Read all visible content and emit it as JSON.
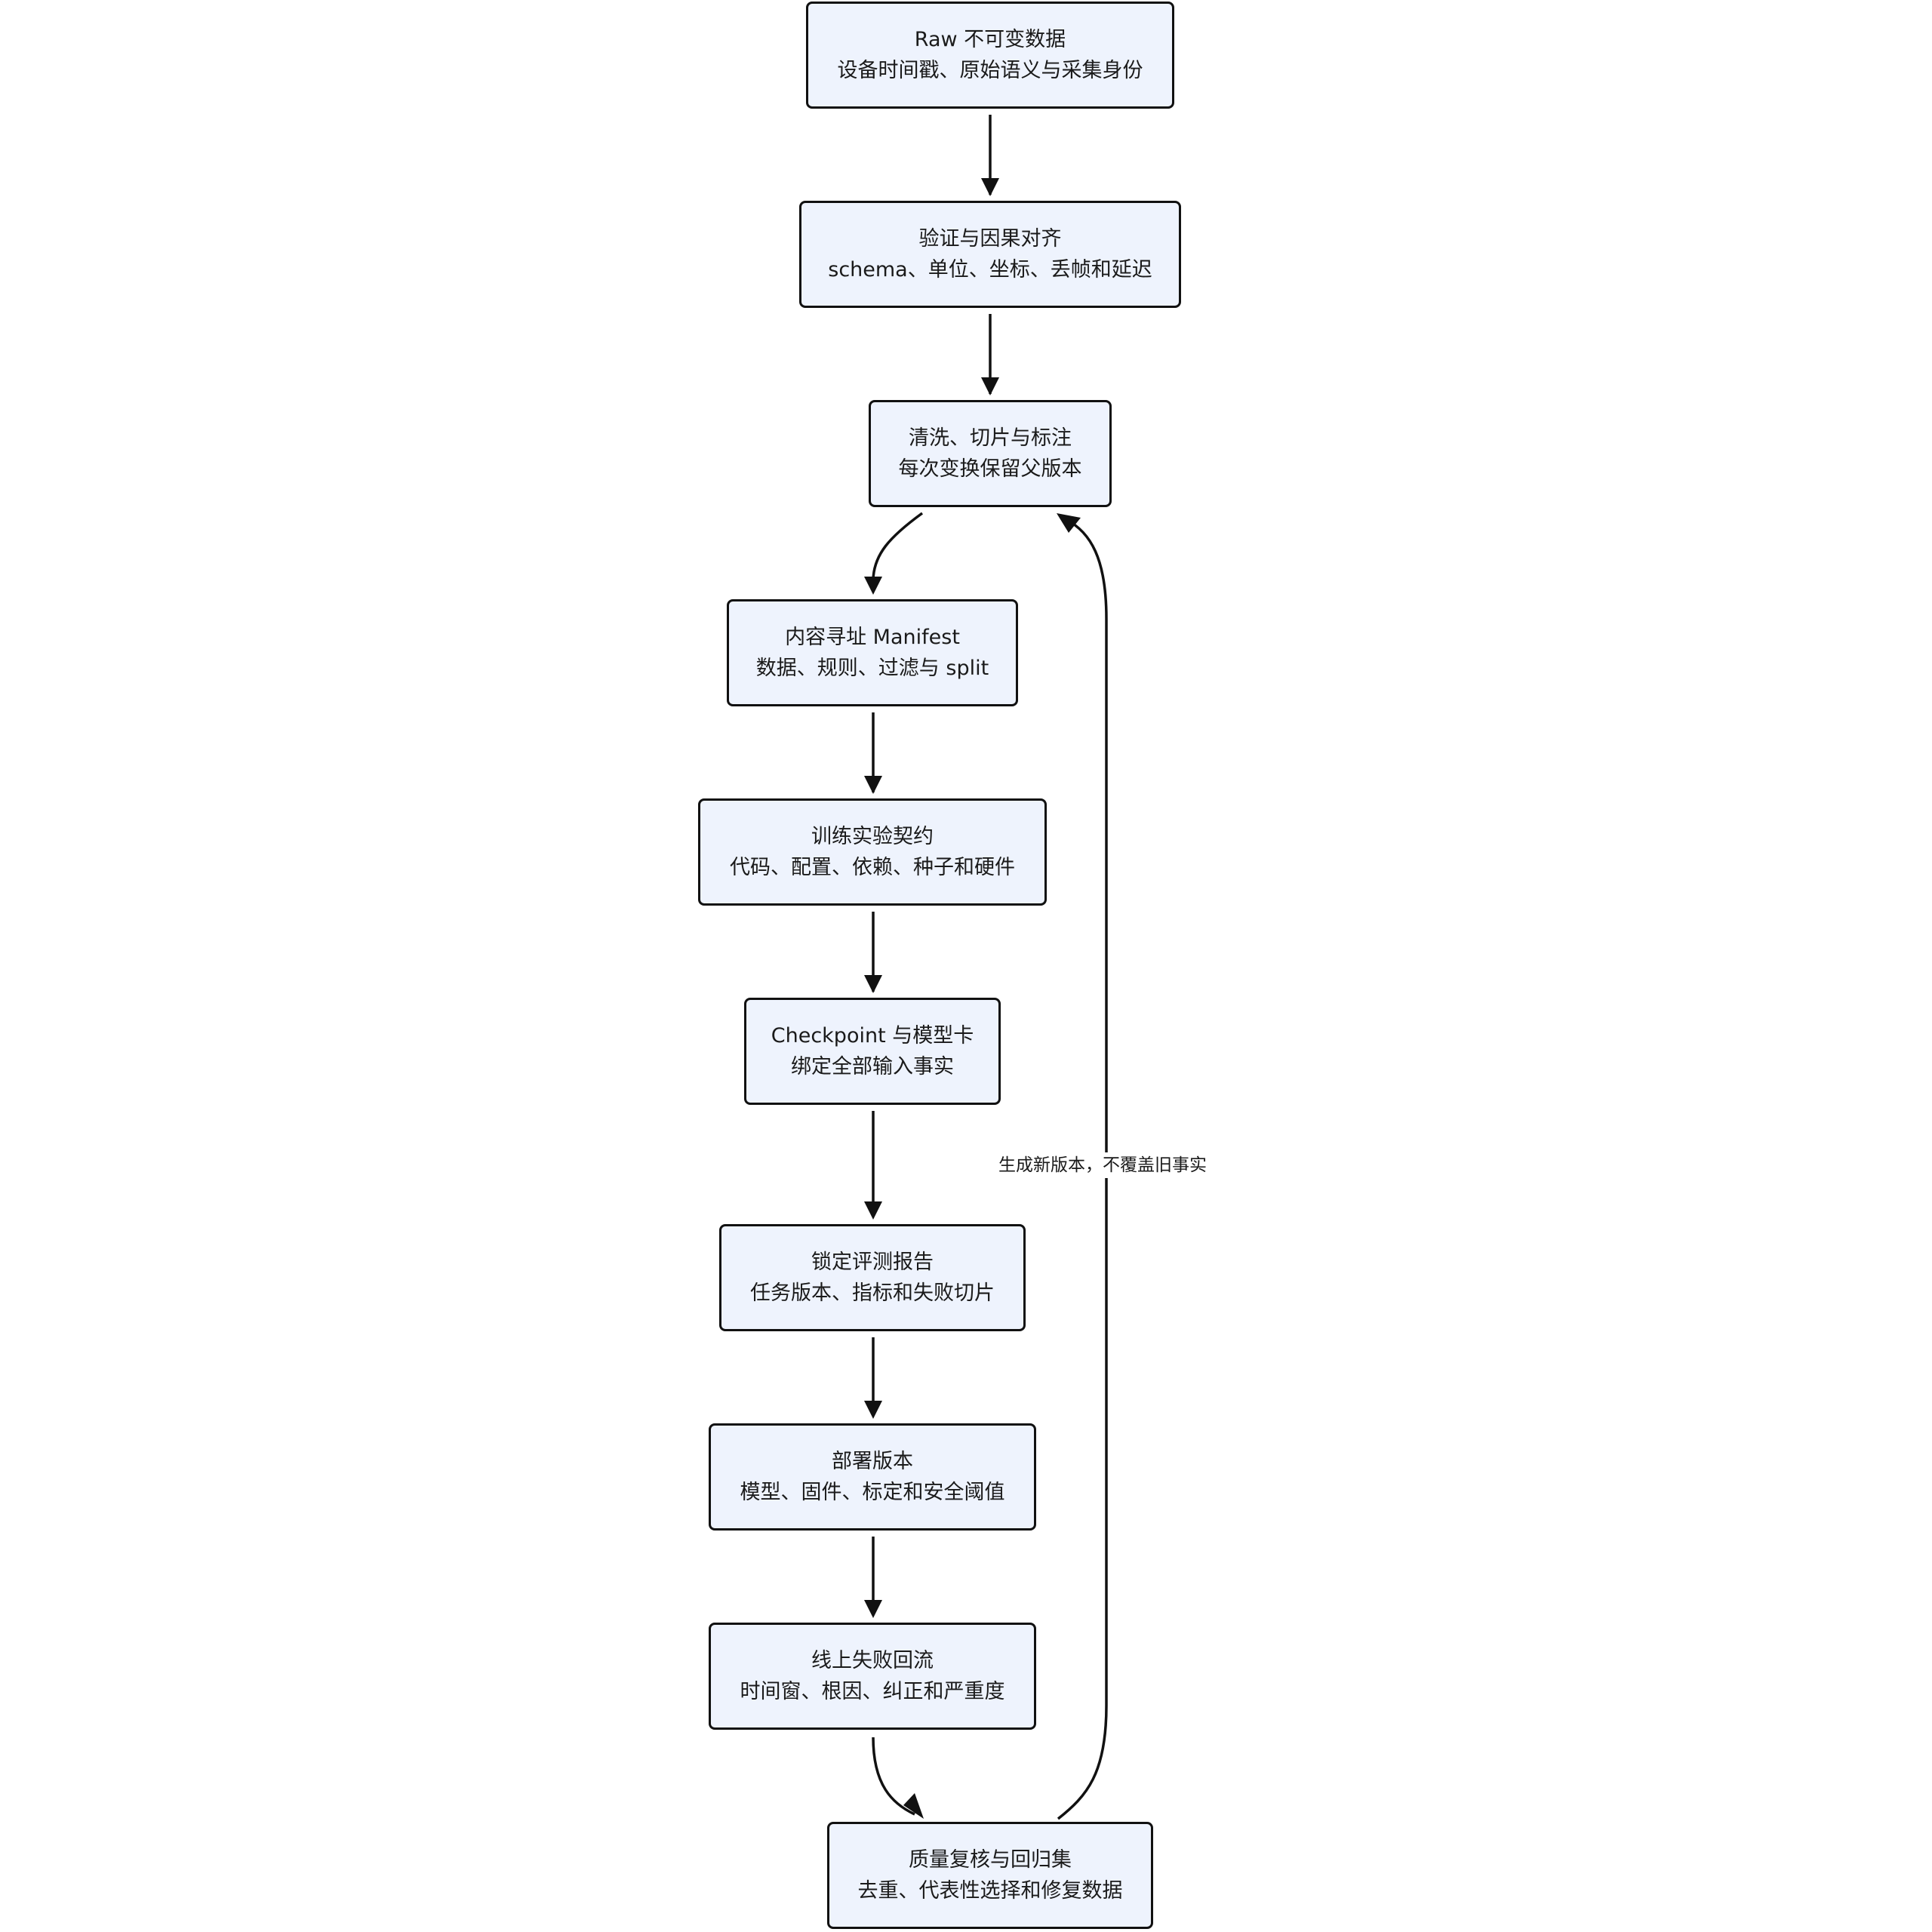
{
  "nodes": [
    {
      "id": "raw",
      "title": "Raw 不可变数据",
      "subtitle": "设备时间戳、原始语义与采集身份"
    },
    {
      "id": "validate",
      "title": "验证与因果对齐",
      "subtitle": "schema、单位、坐标、丢帧和延迟"
    },
    {
      "id": "clean",
      "title": "清洗、切片与标注",
      "subtitle": "每次变换保留父版本"
    },
    {
      "id": "manifest",
      "title": "内容寻址 Manifest",
      "subtitle": "数据、规则、过滤与 split"
    },
    {
      "id": "contract",
      "title": "训练实验契约",
      "subtitle": "代码、配置、依赖、种子和硬件"
    },
    {
      "id": "checkpoint",
      "title": "Checkpoint 与模型卡",
      "subtitle": "绑定全部输入事实"
    },
    {
      "id": "eval",
      "title": "锁定评测报告",
      "subtitle": "任务版本、指标和失败切片"
    },
    {
      "id": "deploy",
      "title": "部署版本",
      "subtitle": "模型、固件、标定和安全阈值"
    },
    {
      "id": "feedback",
      "title": "线上失败回流",
      "subtitle": "时间窗、根因、纠正和严重度"
    },
    {
      "id": "review",
      "title": "质量复核与回归集",
      "subtitle": "去重、代表性选择和修复数据"
    }
  ],
  "edges": [
    {
      "from": "raw",
      "to": "validate"
    },
    {
      "from": "validate",
      "to": "clean"
    },
    {
      "from": "clean",
      "to": "manifest"
    },
    {
      "from": "manifest",
      "to": "contract"
    },
    {
      "from": "contract",
      "to": "checkpoint"
    },
    {
      "from": "checkpoint",
      "to": "eval"
    },
    {
      "from": "eval",
      "to": "deploy"
    },
    {
      "from": "deploy",
      "to": "feedback"
    },
    {
      "from": "feedback",
      "to": "review"
    },
    {
      "from": "review",
      "to": "clean",
      "label": "生成新版本，不覆盖旧事实"
    }
  ],
  "colors": {
    "node_fill": "#eef3fd",
    "node_border": "#111111",
    "edge": "#111111",
    "text": "#1a1a1a"
  }
}
